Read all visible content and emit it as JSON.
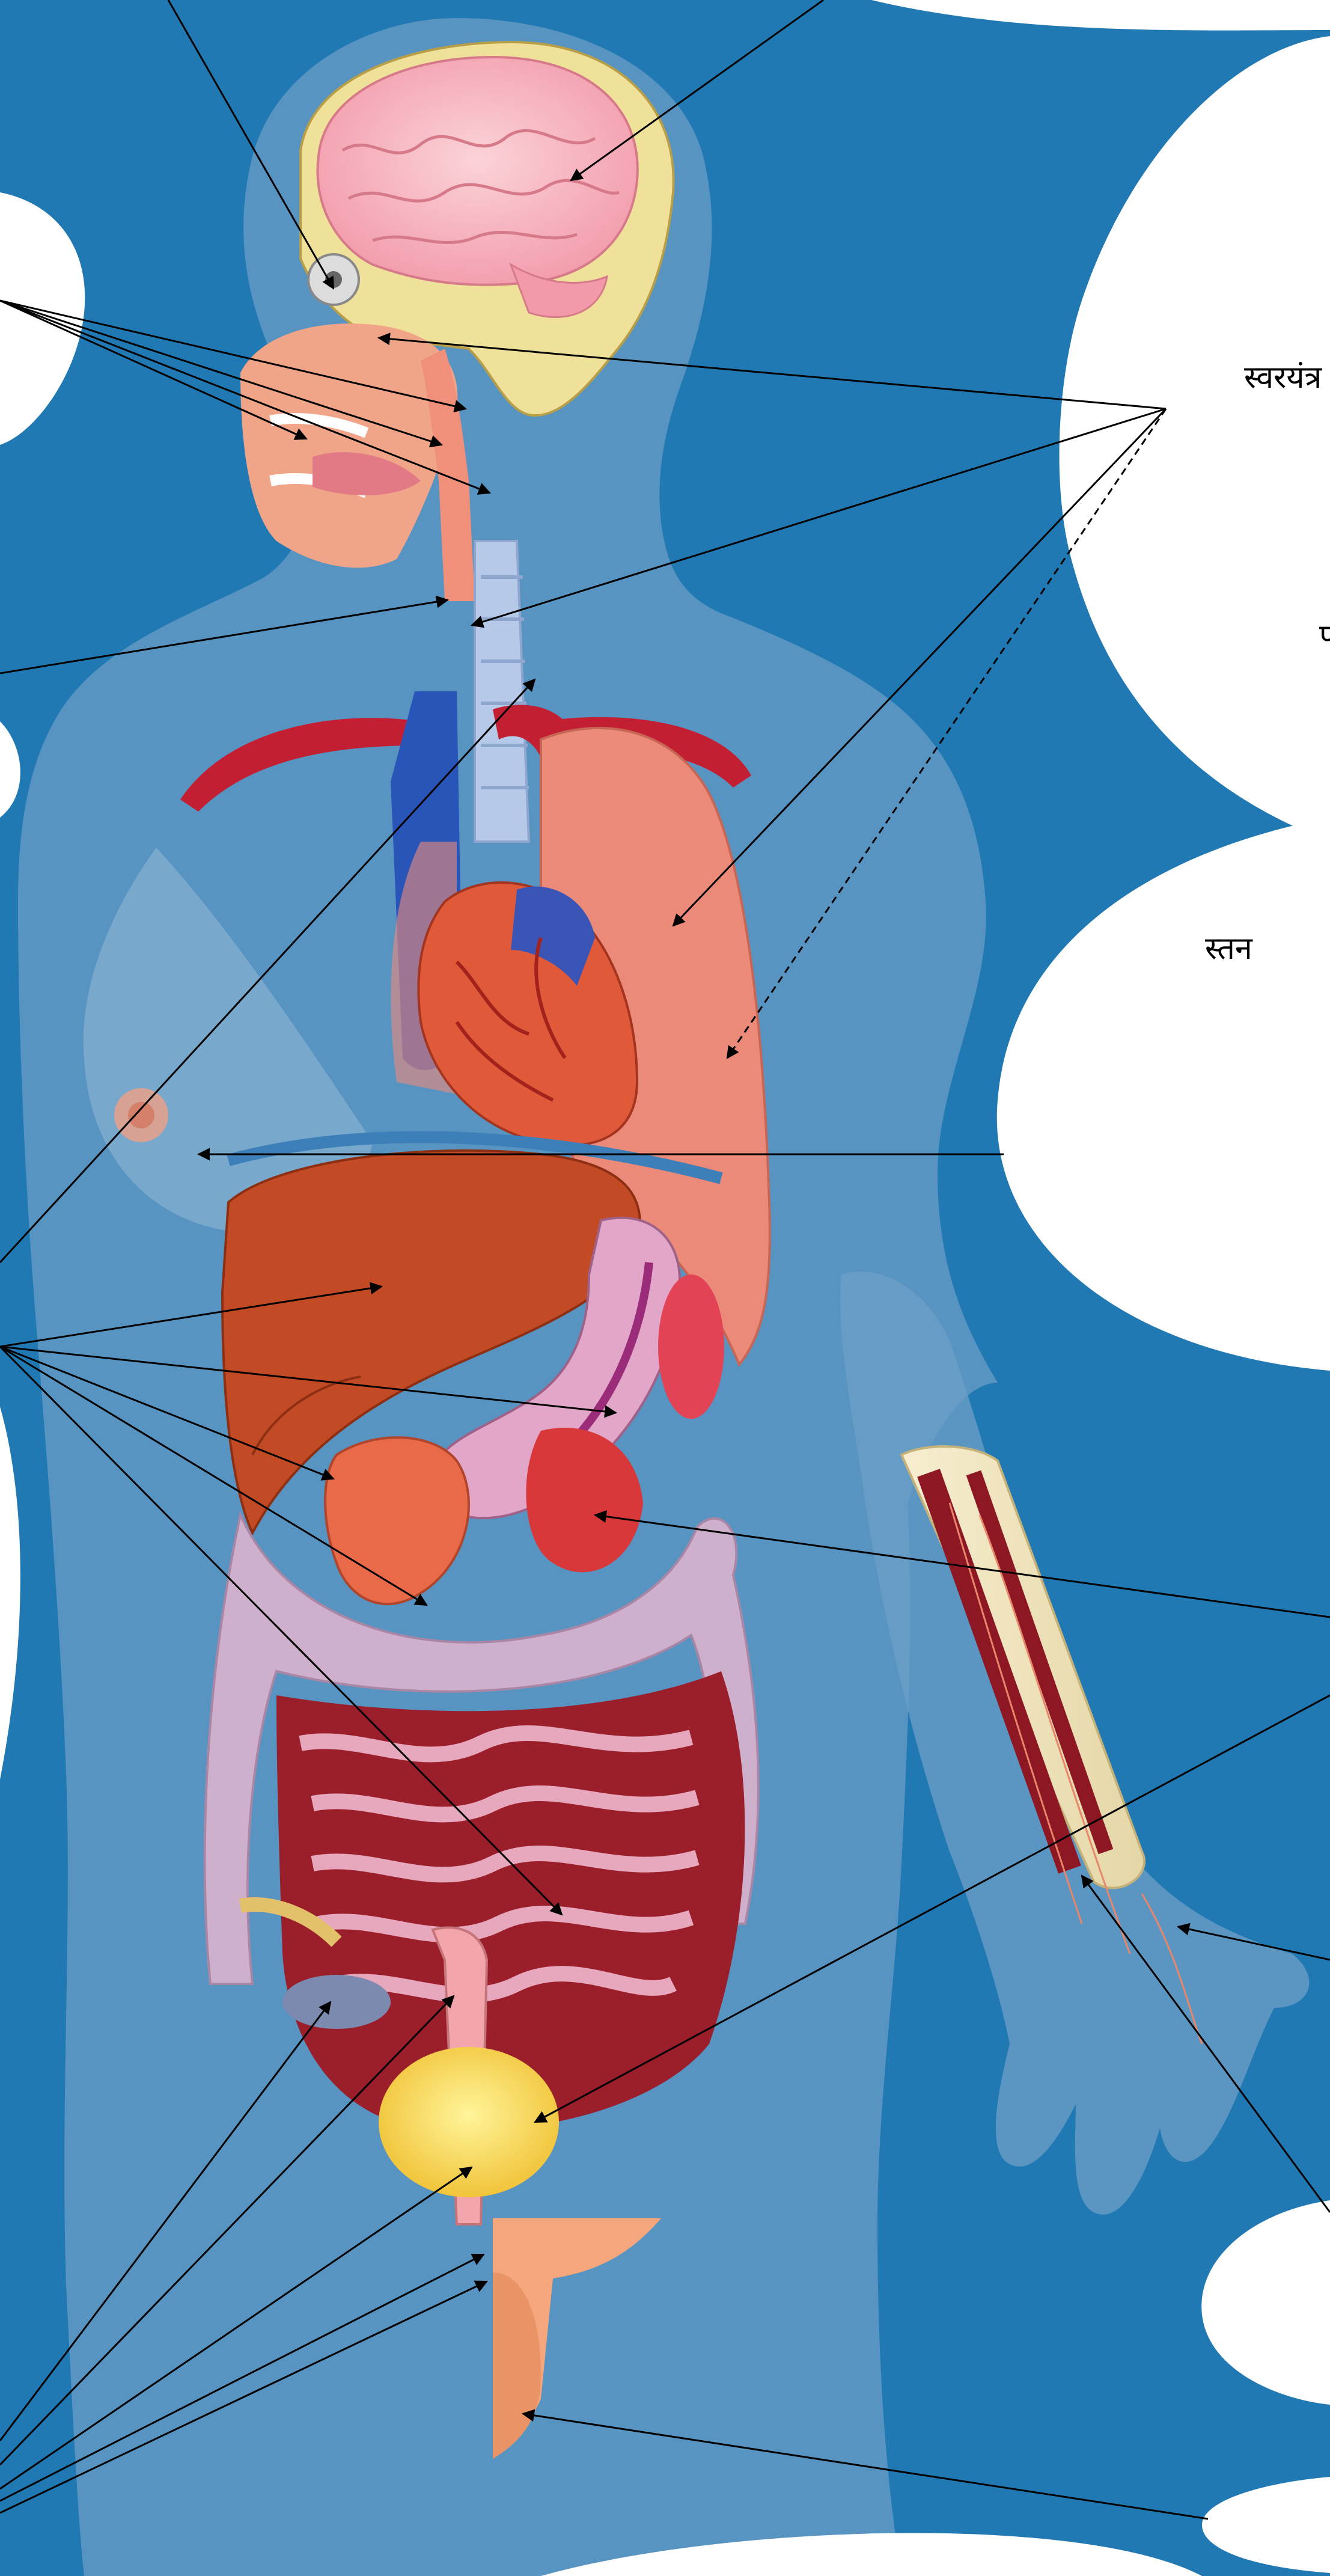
{
  "labels": {
    "larynx": "स्वरयंत्र",
    "breast": "स्तन",
    "partial_cut": "प"
  },
  "colors": {
    "background": "#2179b4",
    "body_silhouette": "#6a9ec7",
    "label_bubble": "#ffffff",
    "leader_line": "#000000"
  },
  "icons": [
    "brain",
    "eye",
    "tongue",
    "teeth",
    "heart",
    "lungs",
    "aorta",
    "liver",
    "stomach",
    "spleen",
    "pancreas",
    "kidney",
    "large-intestine",
    "small-intestine",
    "bladder",
    "uterus",
    "ovary",
    "male-genitalia",
    "forearm-bones",
    "blood-vessels",
    "hand"
  ]
}
